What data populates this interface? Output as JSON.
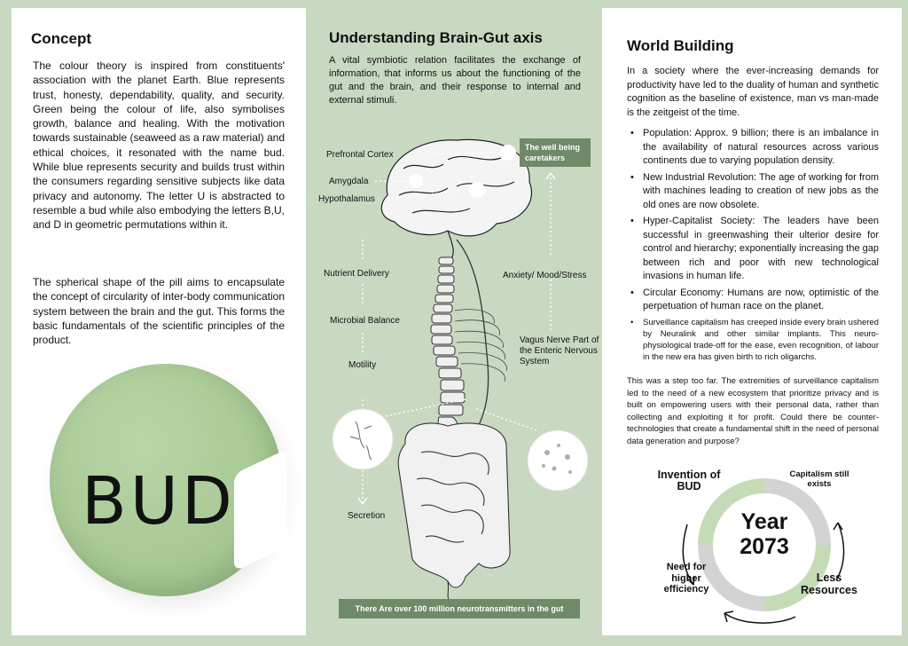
{
  "concept": {
    "title": "Concept",
    "para1": "The colour theory is inspired from constituents' association with the planet Earth. Blue represents trust, honesty, dependability, quality, and security. Green being the colour of life, also symbolises growth, balance and healing. With the motivation towards sustainable (seaweed as a raw material) and ethical choices, it resonated with the name bud. While blue represents security and builds trust within the consumers regarding sensitive subjects like data privacy and autonomy. The letter U is abstracted to resemble a bud while also embodying the letters B,U, and D in geometric permutations within it.",
    "para2": "The spherical shape of the pill aims to encapsulate the concept of circularity of inter-body communication system between the brain and the gut. This forms the basic fundamentals of the scientific principles of the product.",
    "logo_text": "BUD"
  },
  "brain_gut": {
    "title": "Understanding Brain-Gut axis",
    "intro": "A vital symbiotic relation facilitates the exchange of information, that informs us about the functioning of the gut and the brain, and their response to internal and external stimuli.",
    "labels": {
      "prefrontal": "Prefrontal Cortex",
      "amygdala": "Amygdala",
      "hypothalamus": "Hypothalamus",
      "nutrient": "Nutrient Delivery",
      "microbial": "Microbial Balance",
      "motility": "Motility",
      "secretion": "Secretion",
      "anxiety": "Anxiety/ Mood/Stress",
      "vagus": "Vagus Nerve  Part of the Enteric Nervous System"
    },
    "banner_top": "The well being caretakers",
    "banner_bottom": "There Are over 100 million neurotransmitters in the gut"
  },
  "world": {
    "title": "World Building",
    "intro": "In a society where the ever-increasing demands for productivity have led to the duality of human and synthetic cognition as the baseline of existence, man vs man-made is the zeitgeist of the time.",
    "items": [
      "Population: Approx. 9 billion; there is an imbalance in the availability of natural resources across various continents due to varying population density.",
      "New Industrial Revolution: The age of working for from with machines leading to creation of new jobs as the old ones are now obsolete.",
      "Hyper-Capitalist Society: The leaders have been successful in greenwashing their ulterior desire for control and hierarchy; exponentially increasing the gap between rich and poor with new technological invasions in human life.",
      "Circular Economy: Humans are now, optimistic of the perpetuation of human race on the planet.",
      "Surveillance capitalism has creeped inside every brain ushered by Neuralink and other similar implants. This neuro-physiological trade-off for the ease, even recognition, of labour in the new era has given birth to rich oligarchs."
    ],
    "outro": "This was a step too far. The extremities of surveillance capitalism led to the need of a new ecosystem that prioritize privacy and is built on empowering users with their personal data, rather than collecting and exploiting it for profit. Could there be counter-technologies that create a fundamental shift in the need of personal data generation and purpose?",
    "cycle": {
      "center_line1": "Year",
      "center_line2": "2073",
      "top_left": "Invention of BUD",
      "top_right": "Capitalism still exists",
      "bottom_right": "Less Resources",
      "bottom_left": "Need for higher efficiency"
    }
  },
  "colors": {
    "background": "#c9d8c1",
    "banner": "#6f8a68",
    "pill": "#a8c995",
    "cycle_green": "#c5dbb6",
    "cycle_grey": "#d3d3d3"
  }
}
